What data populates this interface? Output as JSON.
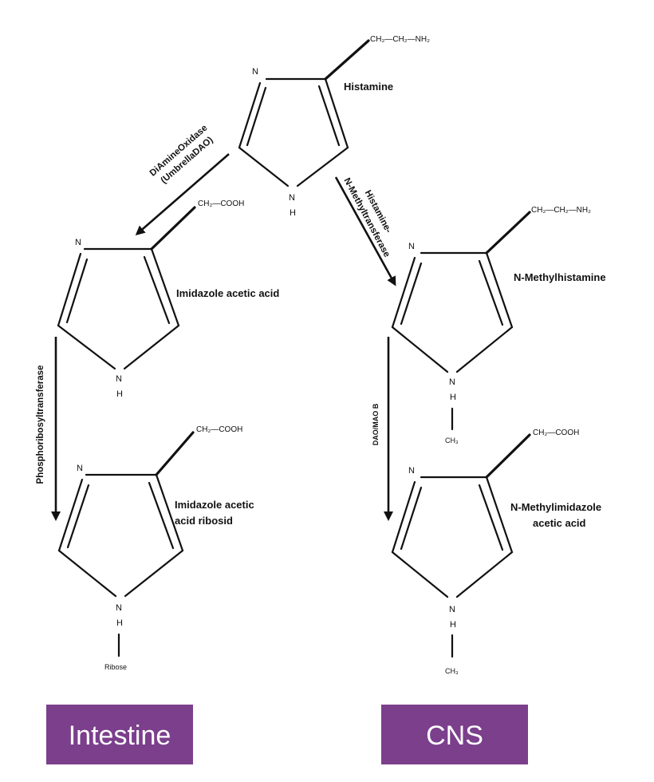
{
  "molecules": {
    "histamine": {
      "name": "Histamine",
      "chain": "CH₂—CH₂—NH₂",
      "ring_n": "N",
      "nh_n": "N",
      "nh_h": "H"
    },
    "imidazole_acetic_acid": {
      "name": "Imidazole acetic acid",
      "chain": "CH₂—COOH",
      "ring_n": "N",
      "nh_n": "N",
      "nh_h": "H"
    },
    "imidazole_acetic_acid_ribosid": {
      "name_line1": "Imidazole acetic",
      "name_line2": "acid ribosid",
      "chain": "CH₂—COOH",
      "ring_n": "N",
      "nh_n": "N",
      "nh_h": "H",
      "substituent": "Ribose"
    },
    "n_methylhistamine": {
      "name": "N-Methylhistamine",
      "chain": "CH₂—CH₂—NH₂",
      "ring_n": "N",
      "nh_n": "N",
      "nh_h": "H",
      "substituent": "CH₃"
    },
    "n_methylimidazole_acetic_acid": {
      "name_line1": "N-Methylimidazole",
      "name_line2": "acetic acid",
      "chain": "CH₂—COOH",
      "ring_n": "N",
      "nh_n": "N",
      "nh_h": "H",
      "substituent": "CH₃"
    }
  },
  "enzymes": {
    "dao_line1": "DiAmineOxidase",
    "dao_line2": "(UmbrellaDAO)",
    "hnmt_line1": "Histamine-",
    "hnmt_line2": "N-Methyltransferase",
    "prt": "Phosphoribosyltransferase",
    "dao_maob": "DAO/MAO B"
  },
  "locations": {
    "intestine": "Intestine",
    "cns": "CNS"
  },
  "colors": {
    "location_box": "#7b3f8c",
    "location_text": "#ffffff",
    "ink": "#111111"
  }
}
